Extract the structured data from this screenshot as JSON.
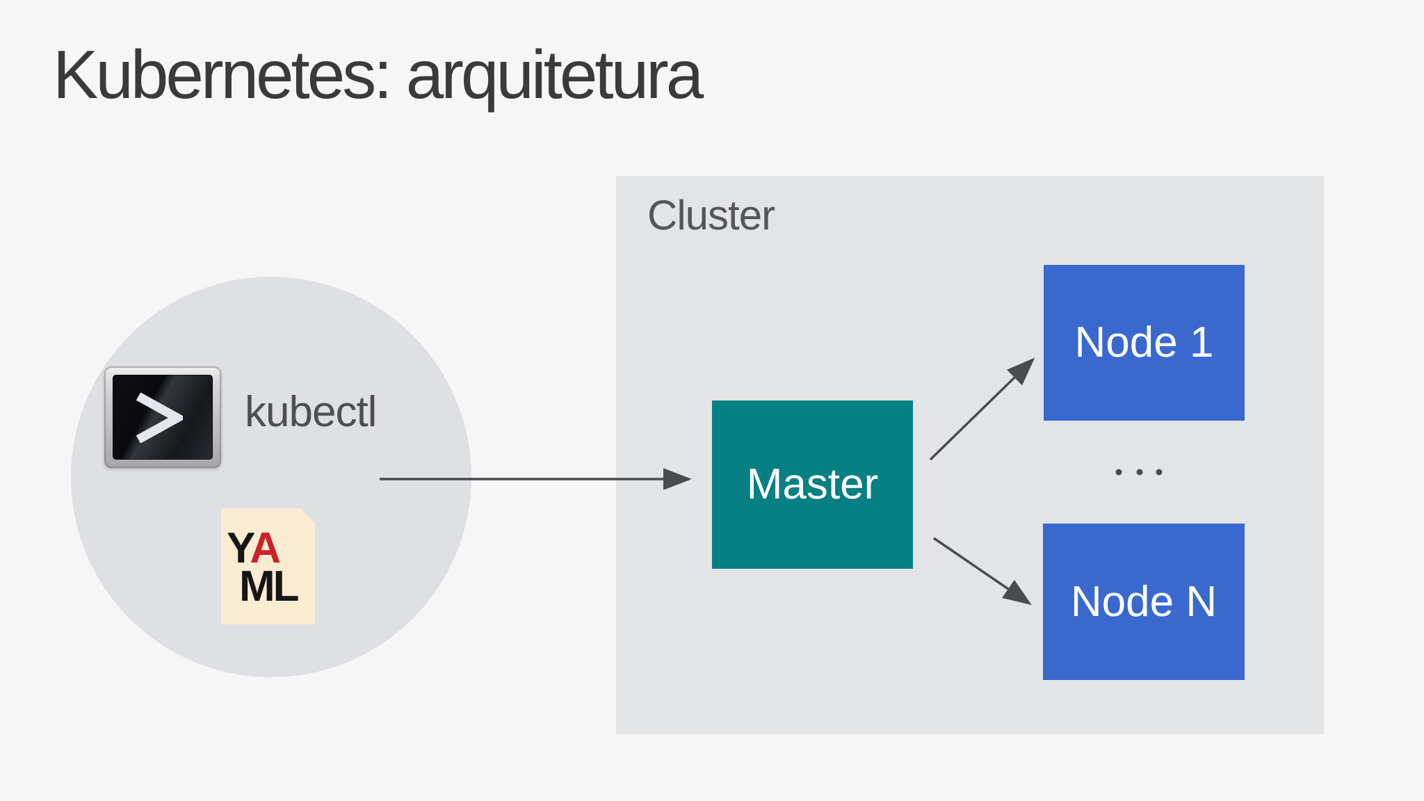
{
  "slide": {
    "title": "Kubernetes: arquitetura"
  },
  "client": {
    "label": "kubectl",
    "terminal_icon": "terminal-prompt-icon",
    "yaml": {
      "y": "Y",
      "a": "A",
      "ml": "ML"
    }
  },
  "cluster": {
    "label": "Cluster",
    "master": {
      "label": "Master"
    },
    "nodes": [
      {
        "label": "Node 1"
      },
      {
        "label": "Node N"
      }
    ],
    "ellipsis": "· · ·"
  },
  "colors": {
    "background": "#f6f6f7",
    "client_circle": "#dfe0e3",
    "cluster_box": "#e3e4e6",
    "master_teal": "#068082",
    "node_blue": "#3969cf",
    "arrow_gray": "#4a4b4d",
    "title_text": "#3a3a3c",
    "label_gray": "#545557",
    "yaml_red": "#cb2127",
    "yaml_black": "#161616",
    "yaml_paper": "#f9ecd3"
  }
}
